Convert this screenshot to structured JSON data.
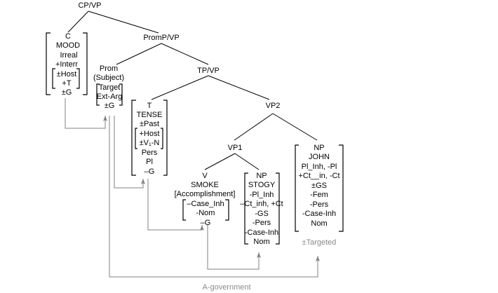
{
  "nodes": {
    "cp": "CP/VP",
    "promp": "PromP/VP",
    "tp": "TP/VP",
    "vp2": "VP2",
    "vp1": "VP1"
  },
  "c_box": {
    "lines": [
      "C",
      "MOOD",
      "Irreal",
      "+Interr",
      "±Host",
      "+T",
      "±G"
    ]
  },
  "prom_box": {
    "header": [
      "Prom",
      "(Subject)"
    ],
    "lines": [
      "Target",
      "Ext-Arg",
      "±G"
    ]
  },
  "t_box": {
    "lines": [
      "T",
      "TENSE",
      "±Past",
      "+Host",
      "±V₁-N",
      "Pers",
      "Pl",
      "–G"
    ]
  },
  "v_box": {
    "header": [
      "V",
      "SMOKE",
      "[Accomplishment]"
    ],
    "lines": [
      "–Case_Inh",
      "-Nom",
      "–G"
    ]
  },
  "np_stogy": {
    "lines": [
      "NP",
      "STOGY",
      "-Pl_Inh",
      "–Ct_inh, +Ct",
      "-GS",
      "-Pers",
      "-Case-Inh",
      "Nom"
    ]
  },
  "np_john": {
    "lines": [
      "NP",
      "JOHN",
      "Pl_Inh, -Pl",
      "+Ct__in, -Ct",
      "±GS",
      "-Fem",
      "-Pers",
      "-Case-Inh",
      "Nom"
    ]
  },
  "annotations": {
    "targeted": "±Targeted",
    "a_government": "A-government"
  },
  "colors": {
    "tree": "#000000",
    "arrows": "#808080",
    "annotation_text": "#8a8a8a"
  }
}
